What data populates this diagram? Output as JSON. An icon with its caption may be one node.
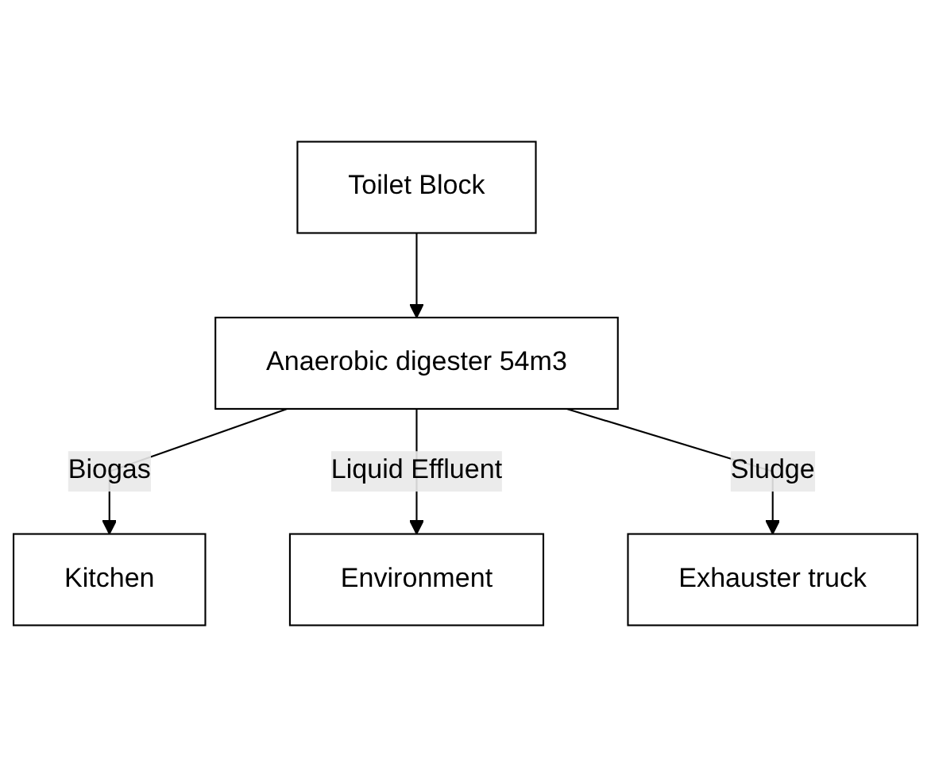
{
  "diagram": {
    "nodes": [
      {
        "text": [
          "Toilet Block"
        ]
      },
      {
        "text": [
          "Anaerobic digester 54m3"
        ]
      },
      {
        "text": [
          "Kitchen"
        ]
      },
      {
        "text": [
          "Environment"
        ]
      },
      {
        "text": [
          "Exhauster truck"
        ]
      }
    ],
    "edges": [
      {
        "from": 0,
        "to": 1,
        "arrow": "to"
      },
      {
        "from": 1,
        "to": 2,
        "arrow": "to",
        "label": "Biogas"
      },
      {
        "from": 1,
        "to": 3,
        "arrow": "to",
        "label": "Liquid Effluent"
      },
      {
        "from": 1,
        "to": 4,
        "arrow": "to",
        "label": "Sludge"
      }
    ]
  }
}
